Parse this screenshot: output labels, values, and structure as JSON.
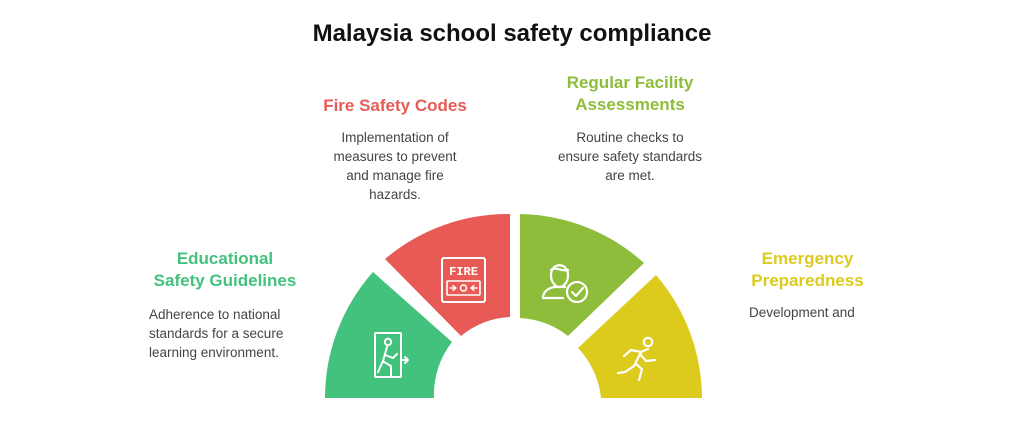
{
  "title": "Malaysia school safety compliance",
  "colors": {
    "green": "#43c27e",
    "red": "#e85a55",
    "olive": "#8dbd3a",
    "yellow": "#dccb1c"
  },
  "segments": [
    {
      "id": "educational",
      "heading": "Educational\nSafety Guidelines",
      "description": "Adherence to national\nstandards for a secure\nlearning environment.",
      "icon": "exit-door-icon"
    },
    {
      "id": "fire",
      "heading": "Fire Safety Codes",
      "description": "Implementation of\nmeasures to prevent\nand manage fire\nhazards.",
      "icon": "fire-alarm-icon",
      "icon_text": "FIRE"
    },
    {
      "id": "assessment",
      "heading": "Regular Facility\nAssessments",
      "description": "Routine checks to\nensure safety standards\nare met.",
      "icon": "user-check-icon"
    },
    {
      "id": "emergency",
      "heading": "Emergency\nPreparedness",
      "description": "Development and",
      "icon": "running-person-icon"
    }
  ]
}
